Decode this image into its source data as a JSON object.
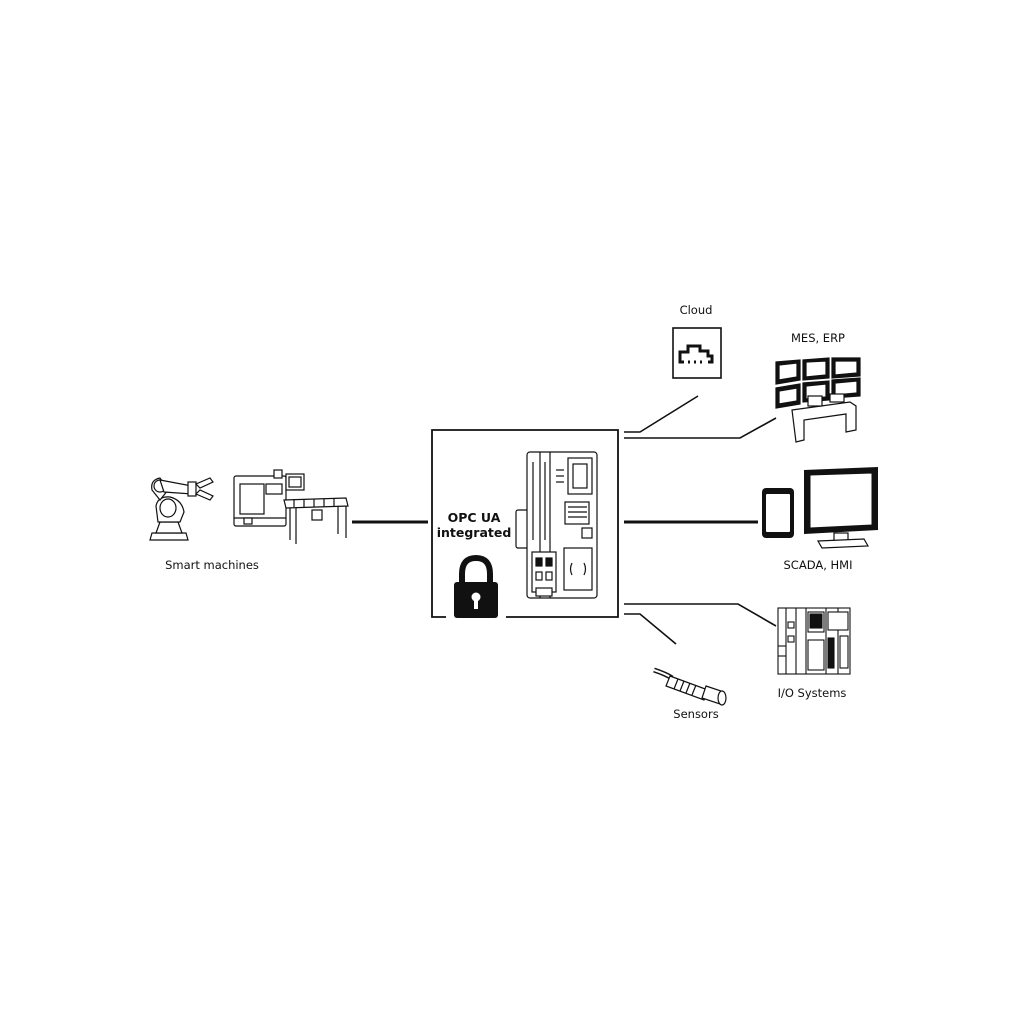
{
  "center": {
    "title": "OPC UA",
    "subtitle": "integrated"
  },
  "nodes": {
    "smart_machines": "Smart machines",
    "cloud": "Cloud",
    "mes_erp": "MES, ERP",
    "scada_hmi": "SCADA, HMI",
    "io_systems": "I/O Systems",
    "sensors": "Sensors"
  },
  "icons": {
    "center": [
      "controller-icon",
      "lock-icon"
    ],
    "smart_machines": [
      "robot-arm-icon",
      "machine-icon",
      "conveyor-icon"
    ],
    "cloud": "cloud-icon",
    "mes_erp": "control-room-icon",
    "scada_hmi": [
      "tablet-icon",
      "monitor-icon"
    ],
    "io_systems": "io-module-icon",
    "sensors": "sensor-icon"
  },
  "colors": {
    "line": "#111111",
    "background": "#ffffff"
  }
}
